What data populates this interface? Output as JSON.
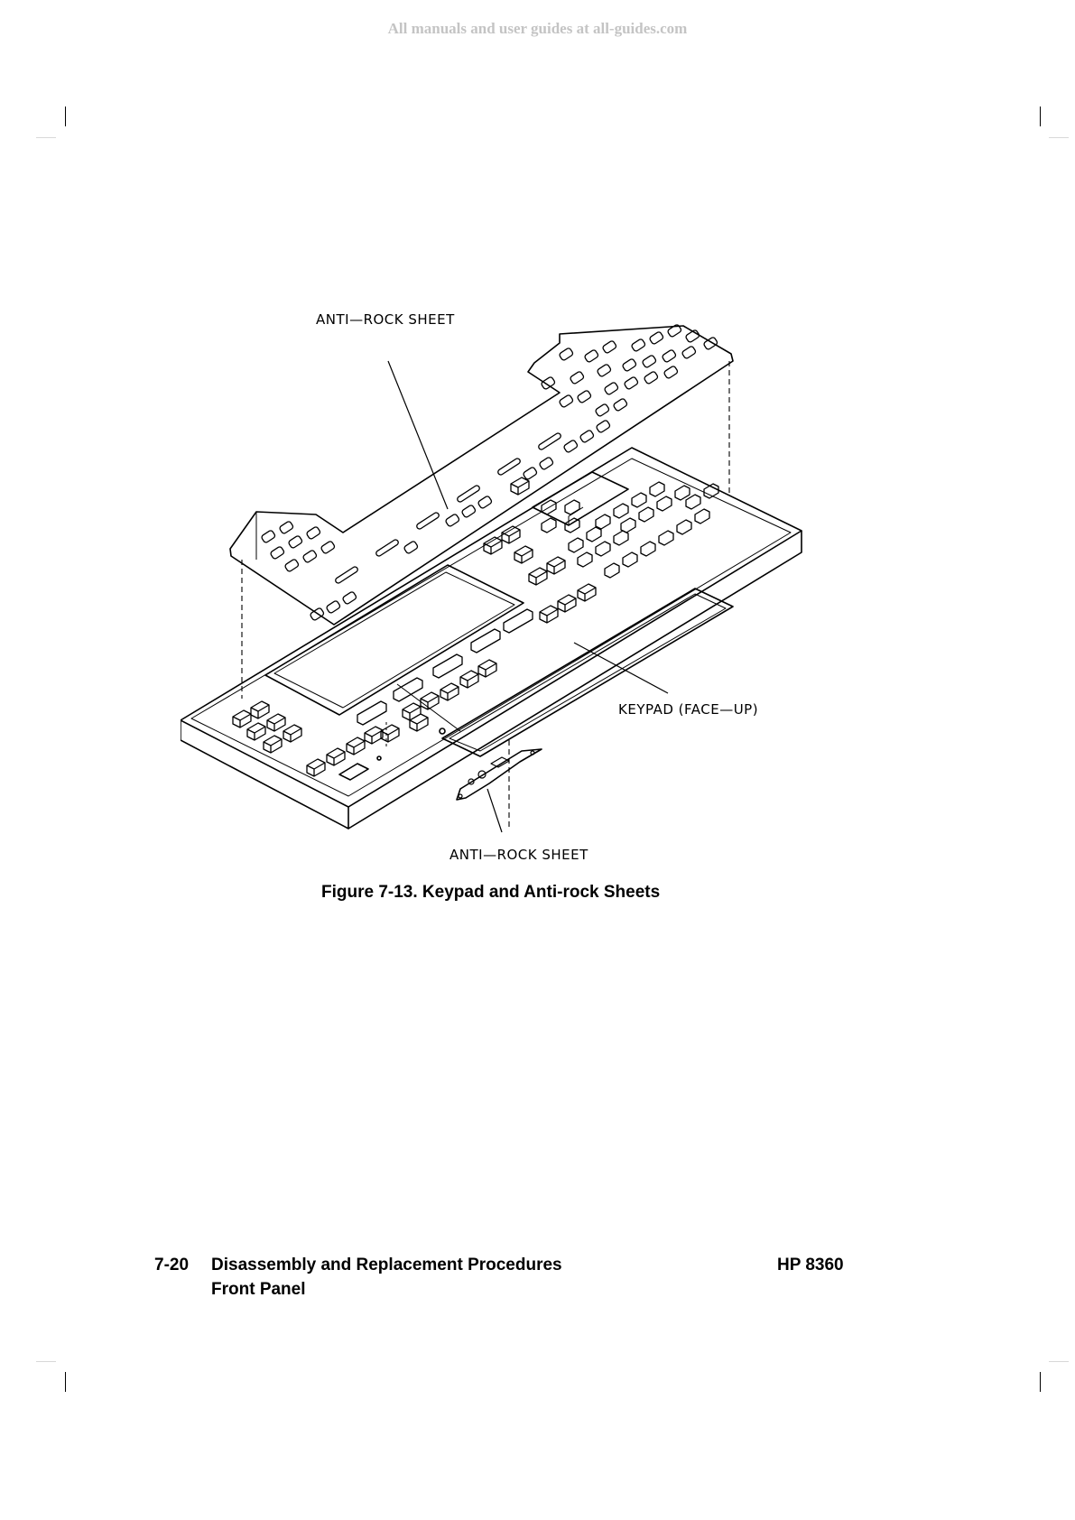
{
  "watermark": "All manuals and user guides at all-guides.com",
  "figure": {
    "label_top_sheet": "ANTI—ROCK SHEET",
    "label_keypad": "KEYPAD (FACE—UP)",
    "label_bottom_sheet": "ANTI—ROCK SHEET",
    "caption": "Figure 7-13. Keypad and Anti-rock Sheets"
  },
  "footer": {
    "page_number": "7-20",
    "chapter": "Disassembly and Replacement Procedures",
    "section": "Front Panel",
    "model": "HP 8360"
  }
}
